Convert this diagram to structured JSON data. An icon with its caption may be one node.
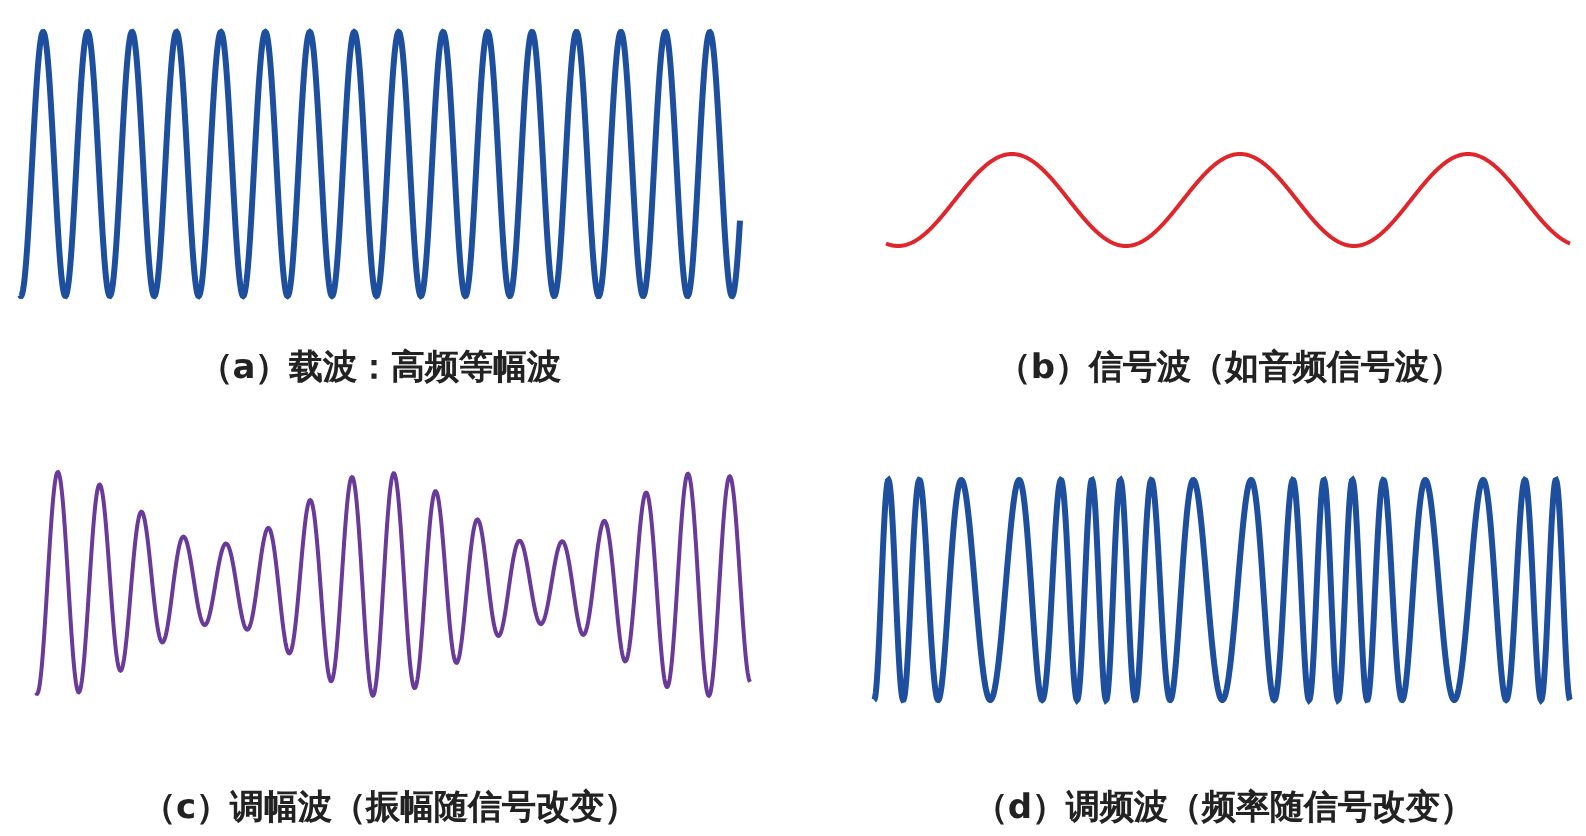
{
  "diagram": {
    "labels": [
      "（a）载波：高频等幅波",
      "（b）信号波（如音频信号波）",
      "（c）调幅波（振幅随信号改变）",
      "（d）调频波（频率随信号改变）"
    ]
  }
}
